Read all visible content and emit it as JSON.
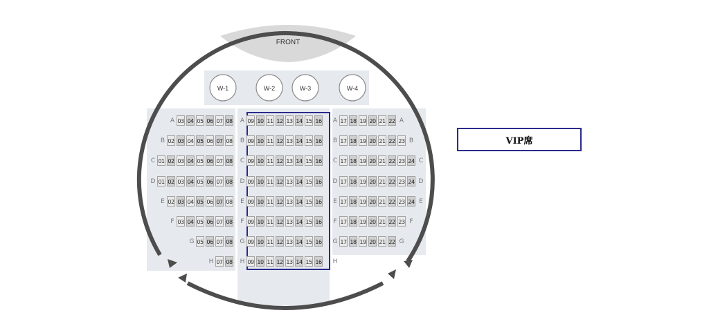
{
  "front_label": "FRONT",
  "wheelchairs": [
    "W-1",
    "W-2",
    "W-3",
    "W-4"
  ],
  "colors": {
    "ring": "#4d4d4d",
    "vip_border": "#2b2a8c",
    "block_bg": "#e6e9ee"
  },
  "vip_legend": "VIP席",
  "rows": [
    {
      "row": "A",
      "left": [
        "03",
        "04",
        "05",
        "06",
        "07",
        "08"
      ],
      "center": [
        "09",
        "10",
        "11",
        "12",
        "13",
        "14",
        "15",
        "16"
      ],
      "right": [
        "17",
        "18",
        "19",
        "20",
        "21",
        "22"
      ]
    },
    {
      "row": "B",
      "left": [
        "02",
        "03",
        "04",
        "05",
        "06",
        "07",
        "08"
      ],
      "center": [
        "09",
        "10",
        "11",
        "12",
        "13",
        "14",
        "15",
        "16"
      ],
      "right": [
        "17",
        "18",
        "19",
        "20",
        "21",
        "22",
        "23"
      ]
    },
    {
      "row": "C",
      "left": [
        "01",
        "02",
        "03",
        "04",
        "05",
        "06",
        "07",
        "08"
      ],
      "center": [
        "09",
        "10",
        "11",
        "12",
        "13",
        "14",
        "15",
        "16"
      ],
      "right": [
        "17",
        "18",
        "19",
        "20",
        "21",
        "22",
        "23",
        "24"
      ]
    },
    {
      "row": "D",
      "left": [
        "01",
        "02",
        "03",
        "04",
        "05",
        "06",
        "07",
        "08"
      ],
      "center": [
        "09",
        "10",
        "11",
        "12",
        "13",
        "14",
        "15",
        "16"
      ],
      "right": [
        "17",
        "18",
        "19",
        "20",
        "21",
        "22",
        "23",
        "24"
      ]
    },
    {
      "row": "E",
      "left": [
        "02",
        "03",
        "04",
        "05",
        "06",
        "07",
        "08"
      ],
      "center": [
        "09",
        "10",
        "11",
        "12",
        "13",
        "14",
        "15",
        "16"
      ],
      "right": [
        "17",
        "18",
        "19",
        "20",
        "21",
        "22",
        "23",
        "24"
      ]
    },
    {
      "row": "F",
      "left": [
        "03",
        "04",
        "05",
        "06",
        "07",
        "08"
      ],
      "center": [
        "09",
        "10",
        "11",
        "12",
        "13",
        "14",
        "15",
        "16"
      ],
      "right": [
        "17",
        "18",
        "19",
        "20",
        "21",
        "22",
        "23"
      ]
    },
    {
      "row": "G",
      "left": [
        "05",
        "06",
        "07",
        "08"
      ],
      "center": [
        "09",
        "10",
        "11",
        "12",
        "13",
        "14",
        "15",
        "16"
      ],
      "right": [
        "17",
        "18",
        "19",
        "20",
        "21",
        "22"
      ]
    },
    {
      "row": "H",
      "left": [
        "07",
        "08"
      ],
      "center": [
        "09",
        "10",
        "11",
        "12",
        "13",
        "14",
        "15",
        "16"
      ],
      "right": []
    }
  ]
}
